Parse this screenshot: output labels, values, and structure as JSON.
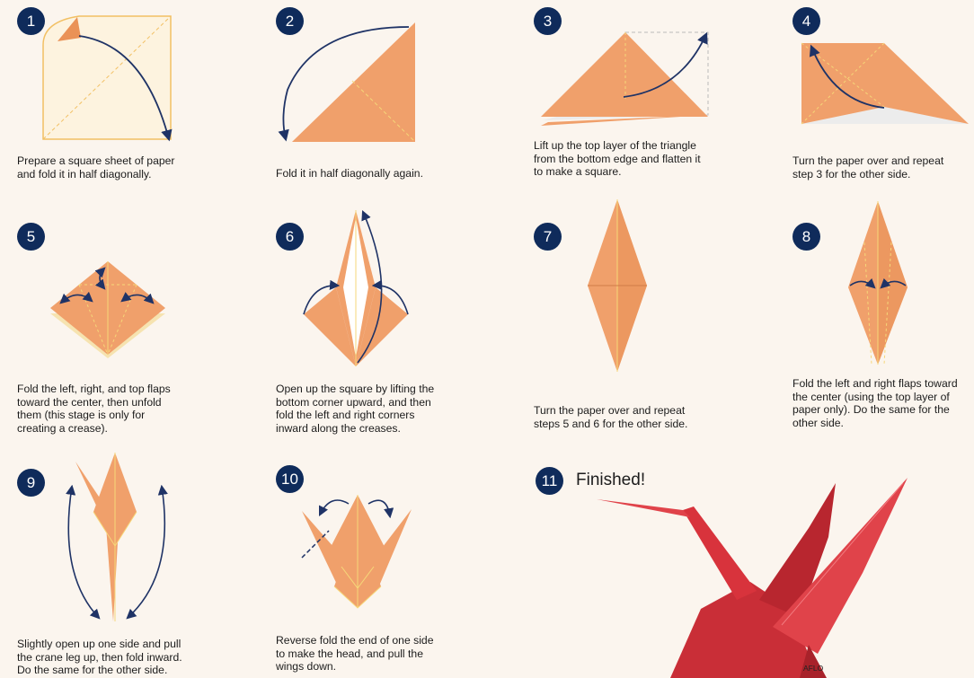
{
  "colors": {
    "paper": "#f0a06b",
    "paper_dark": "#de8a55",
    "paper_light": "#f9e7b0",
    "arrow": "#1f3366",
    "badge": "#0f2b5b",
    "crane": "#d8333c"
  },
  "steps": [
    {
      "number": "1",
      "caption": [
        "Prepare a square sheet of paper",
        "and fold it in half diagonally."
      ]
    },
    {
      "number": "2",
      "caption": [
        "Fold it in half diagonally again."
      ]
    },
    {
      "number": "3",
      "caption": [
        "Lift up the top layer of the triangle",
        "from the bottom edge and flatten it",
        "to make a square."
      ]
    },
    {
      "number": "4",
      "caption": [
        "Turn the paper over and repeat",
        "step 3 for the other side."
      ]
    },
    {
      "number": "5",
      "caption": [
        "Fold the left, right, and top flaps",
        "toward the center, then unfold",
        "them (this stage is only for",
        "creating a crease)."
      ]
    },
    {
      "number": "6",
      "caption": [
        "Open up the square by lifting the",
        "bottom corner upward, and then",
        "fold the left and right corners",
        "inward along the creases."
      ]
    },
    {
      "number": "7",
      "caption": [
        "Turn the paper over and repeat",
        "steps 5 and 6 for the other side."
      ]
    },
    {
      "number": "8",
      "caption": [
        "Fold the left and right flaps toward",
        "the center (using the top layer of",
        "paper only). Do the same for the",
        "other side."
      ]
    },
    {
      "number": "9",
      "caption": [
        "Slightly open up one side and pull",
        "the crane leg up, then fold inward.",
        "Do the same for the other side."
      ]
    },
    {
      "number": "10",
      "caption": [
        "Reverse fold the end of one side",
        "to make the head, and pull the",
        "wings down."
      ]
    },
    {
      "number": "11",
      "title": "Finished!"
    }
  ],
  "photo_credit": "AFLO"
}
